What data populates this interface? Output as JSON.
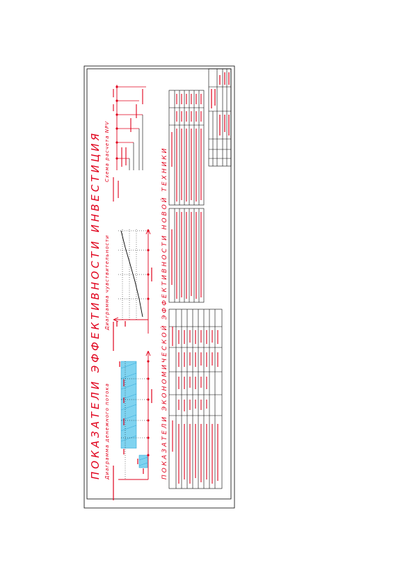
{
  "document": {
    "title": "ПОКАЗАТЕЛИ ЭФФЕКТИВНОСТИ ИНВЕСТИЦИЯ",
    "section_bottom": "ПОКАЗАТЕЛИ ЭКОНОМИЧЕСКОЙ ЭФФЕКТИВНОСТИ НОВОЙ ТЕХНИКИ",
    "diagram_left": "Диаграмма денежного потока",
    "diagram_mid": "Диаграмма чувствительности",
    "diagram_right": "Схема расчета NPV"
  },
  "colors": {
    "ink": "#e0001b",
    "frame": "#000000",
    "fill": "#7fd3f0"
  }
}
